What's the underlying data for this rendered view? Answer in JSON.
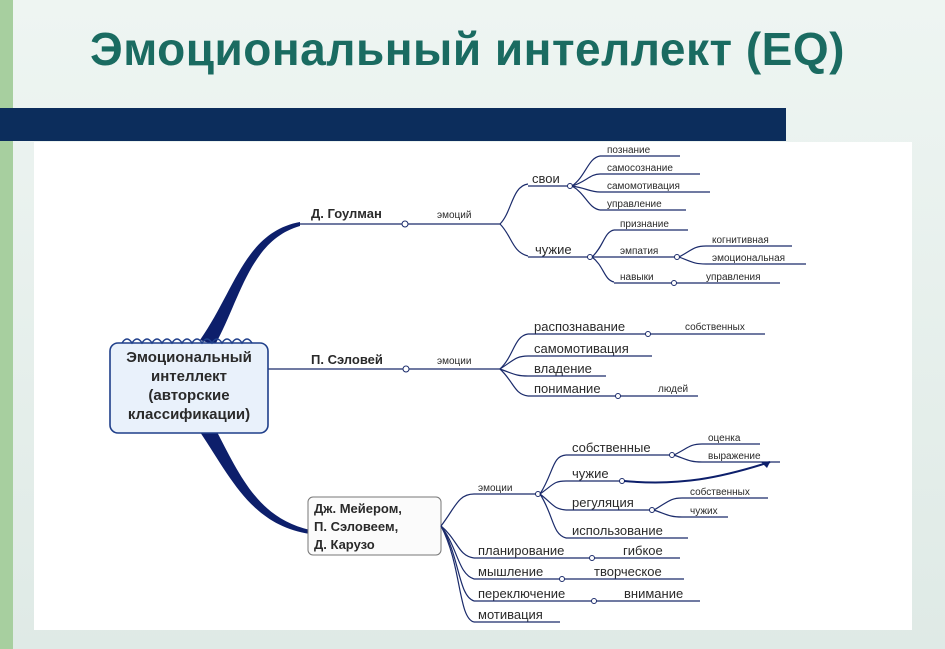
{
  "slide": {
    "title": "Эмоциональный интеллект (EQ)"
  },
  "mindmap": {
    "center": {
      "lines": [
        "Эмоциональный",
        "интеллект",
        "(авторские",
        "классификации)"
      ]
    },
    "goleman": {
      "author": "Д. Гоулман",
      "emotions": "эмоций",
      "own": "свои",
      "own_items": [
        "познание",
        "самосознание",
        "самомотивация",
        "управление"
      ],
      "others": "чужие",
      "recognition": "признание",
      "empathy": "эмпатия",
      "empathy_items": [
        "когнитивная",
        "эмоциональная"
      ],
      "skills": "навыки",
      "management": "управления"
    },
    "salovey": {
      "author": "П. Сэловей",
      "emotions": "эмоции",
      "recognition": "распознавание",
      "own": "собственных",
      "self_motivation": "самомотивация",
      "control": "владение",
      "understanding": "понимание",
      "people": "людей"
    },
    "mayer": {
      "authors": [
        "Дж. Мейером,",
        "П. Сэловеем,",
        "Д. Карузо"
      ],
      "emotions": "эмоции",
      "own": "собственные",
      "own_items": [
        "оценка",
        "выражение"
      ],
      "others": "чужие",
      "regulation": "регуляция",
      "regulation_items": [
        "собственных",
        "чужих"
      ],
      "usage": "использование",
      "planning": "планирование",
      "flexible": "гибкое",
      "thinking": "мышление",
      "creative": "творческое",
      "switching": "переключение",
      "attention": "внимание",
      "motivation": "мотивация"
    }
  }
}
